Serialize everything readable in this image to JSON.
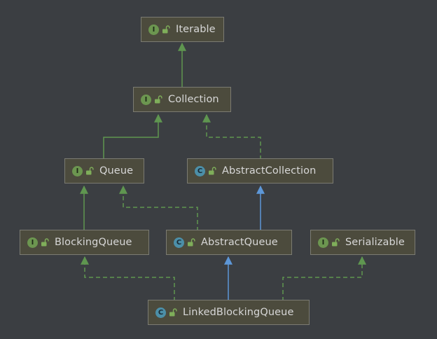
{
  "colors": {
    "background": "#3b3e42",
    "node_fill": "#4c4b3d",
    "node_border": "#7b7b72",
    "interface_badge": "#6c9650",
    "class_badge": "#4c8fa8",
    "extends_interface_edge": "#5f9650",
    "implements_edge": "#5f9650",
    "extends_class_edge": "#5d97d8"
  },
  "nodes": [
    {
      "id": "iterable",
      "kind": "interface",
      "badge": "I",
      "label": "Iterable"
    },
    {
      "id": "collection",
      "kind": "interface",
      "badge": "I",
      "label": "Collection"
    },
    {
      "id": "queue",
      "kind": "interface",
      "badge": "I",
      "label": "Queue"
    },
    {
      "id": "abstract-collection",
      "kind": "class",
      "badge": "C",
      "label": "AbstractCollection"
    },
    {
      "id": "blocking-queue",
      "kind": "interface",
      "badge": "I",
      "label": "BlockingQueue"
    },
    {
      "id": "abstract-queue",
      "kind": "class",
      "badge": "C",
      "label": "AbstractQueue"
    },
    {
      "id": "serializable",
      "kind": "interface",
      "badge": "I",
      "label": "Serializable"
    },
    {
      "id": "linked-blocking-queue",
      "kind": "class",
      "badge": "C",
      "label": "LinkedBlockingQueue"
    }
  ],
  "edges": [
    {
      "from": "collection",
      "to": "iterable",
      "type": "extends-interface"
    },
    {
      "from": "queue",
      "to": "collection",
      "type": "extends-interface"
    },
    {
      "from": "abstract-collection",
      "to": "collection",
      "type": "implements"
    },
    {
      "from": "blocking-queue",
      "to": "queue",
      "type": "extends-interface"
    },
    {
      "from": "abstract-queue",
      "to": "queue",
      "type": "implements"
    },
    {
      "from": "abstract-queue",
      "to": "abstract-collection",
      "type": "extends-class"
    },
    {
      "from": "linked-blocking-queue",
      "to": "blocking-queue",
      "type": "implements"
    },
    {
      "from": "linked-blocking-queue",
      "to": "abstract-queue",
      "type": "extends-class"
    },
    {
      "from": "linked-blocking-queue",
      "to": "serializable",
      "type": "implements"
    }
  ]
}
